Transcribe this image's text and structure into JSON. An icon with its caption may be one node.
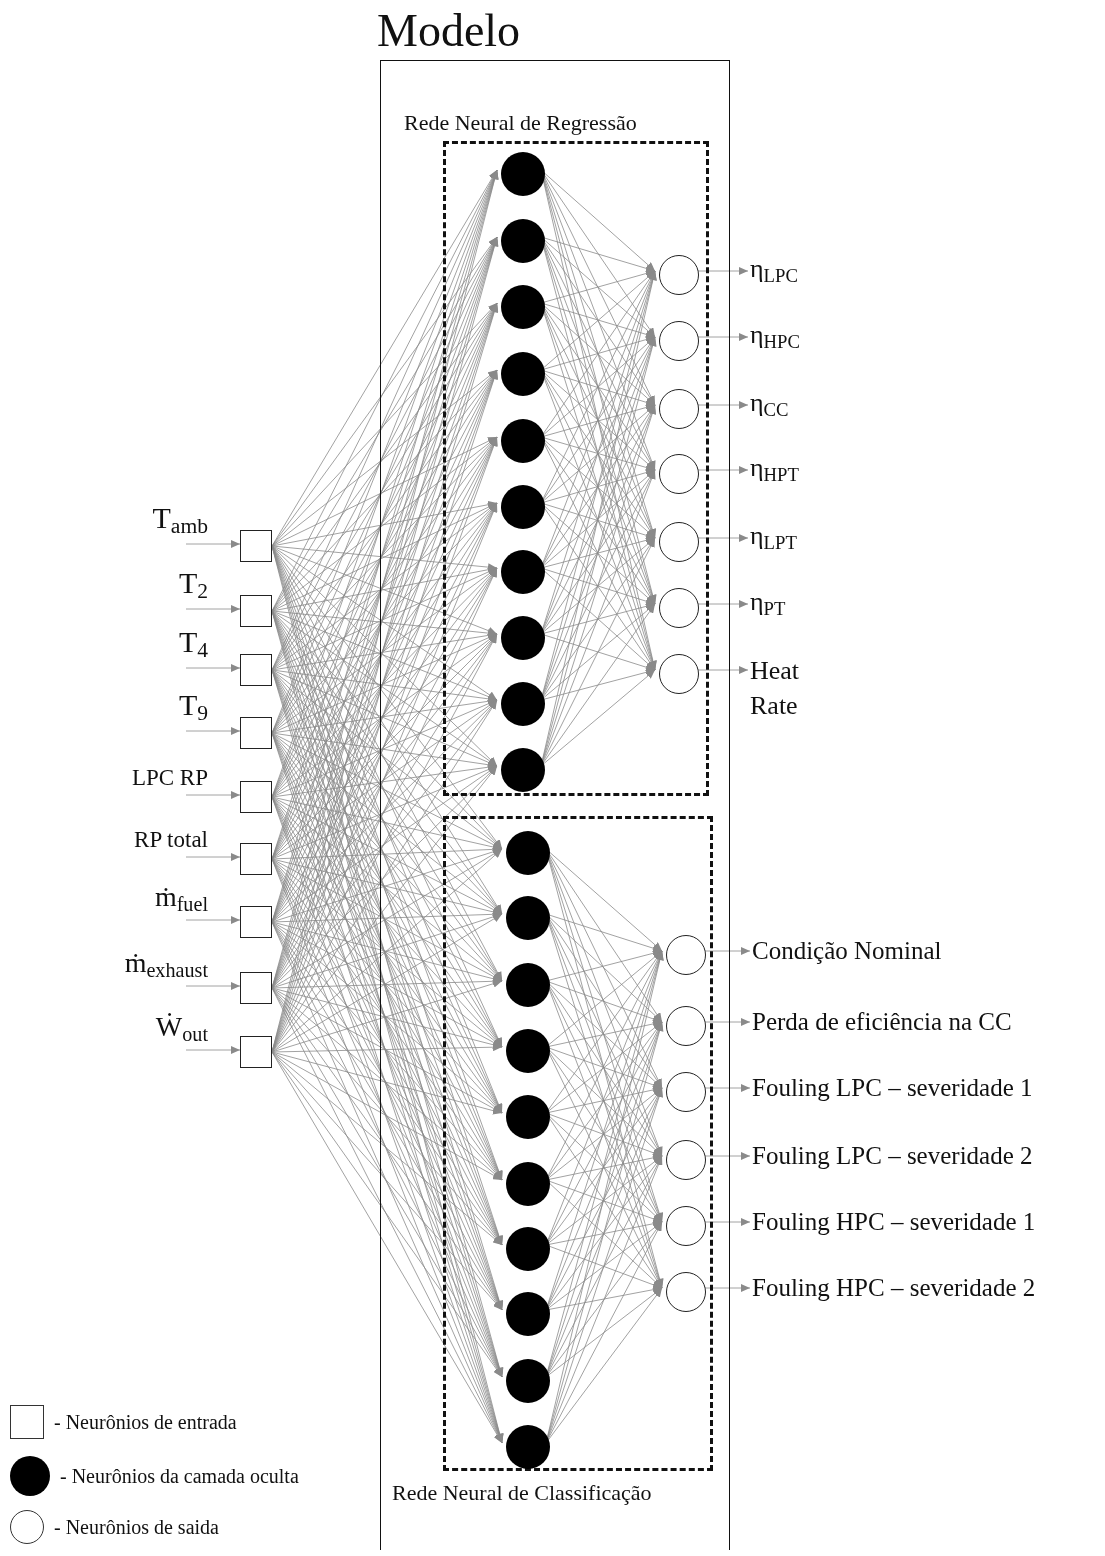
{
  "diagram": {
    "nodes": [
      {
        "text": [
          "Modelo"
        ]
      },
      {
        "text": [
          "Rede Neural de Regressão"
        ],
        "in": 0
      },
      {
        "text": [],
        "shape": "circle",
        "in": 1
      },
      {
        "text": [],
        "shape": "circle",
        "in": 1
      },
      {
        "text": [],
        "shape": "circle",
        "in": 1
      },
      {
        "text": [],
        "shape": "circle",
        "in": 1
      },
      {
        "text": [],
        "shape": "circle",
        "in": 1
      },
      {
        "text": [],
        "shape": "circle",
        "in": 1
      },
      {
        "text": [],
        "shape": "circle",
        "in": 1
      },
      {
        "text": [],
        "shape": "circle",
        "in": 1
      },
      {
        "text": [],
        "shape": "circle",
        "in": 1
      },
      {
        "text": [],
        "shape": "circle",
        "in": 1
      },
      {
        "text": [],
        "shape": "circle",
        "in": 1
      },
      {
        "text": [],
        "shape": "circle",
        "in": 1
      },
      {
        "text": [],
        "shape": "circle",
        "in": 1
      },
      {
        "text": [],
        "shape": "circle",
        "in": 1
      },
      {
        "text": [],
        "shape": "circle",
        "in": 1
      },
      {
        "text": [],
        "shape": "circle",
        "in": 1
      },
      {
        "text": [],
        "shape": "circle",
        "in": 1
      },
      {
        "text": [
          "Rede Neural de Classificação"
        ],
        "in": 0
      },
      {
        "text": [],
        "shape": "circle",
        "in": 19
      },
      {
        "text": [],
        "shape": "circle",
        "in": 19
      },
      {
        "text": [],
        "shape": "circle",
        "in": 19
      },
      {
        "text": [],
        "shape": "circle",
        "in": 19
      },
      {
        "text": [],
        "shape": "circle",
        "in": 19
      },
      {
        "text": [],
        "shape": "circle",
        "in": 19
      },
      {
        "text": [],
        "shape": "circle",
        "in": 19
      },
      {
        "text": [],
        "shape": "circle",
        "in": 19
      },
      {
        "text": [],
        "shape": "circle",
        "in": 19
      },
      {
        "text": [],
        "shape": "circle",
        "in": 19
      },
      {
        "text": [],
        "shape": "circle",
        "in": 19
      },
      {
        "text": [],
        "shape": "circle",
        "in": 19
      },
      {
        "text": [],
        "shape": "circle",
        "in": 19
      },
      {
        "text": [],
        "shape": "circle",
        "in": 19
      },
      {
        "text": [],
        "shape": "circle",
        "in": 19
      },
      {
        "text": [],
        "shape": "circle",
        "in": 19
      },
      {
        "text": [
          "T$_{amb}$"
        ]
      },
      {
        "text": [
          "T$_{2}$"
        ]
      },
      {
        "text": [
          "T$_{4}$"
        ]
      },
      {
        "text": [
          "T$_{9}$"
        ]
      },
      {
        "text": [
          "LPC RP"
        ]
      },
      {
        "text": [
          "RP total"
        ]
      },
      {
        "text": [
          "ṁ$_{fuel}$"
        ]
      },
      {
        "text": [
          "ṁ$_{exhaust}$"
        ]
      },
      {
        "text": [
          "Ẇ$_{out}$"
        ]
      },
      {
        "text": [],
        "shape": "box"
      },
      {
        "text": [],
        "shape": "box"
      },
      {
        "text": [],
        "shape": "box"
      },
      {
        "text": [],
        "shape": "box"
      },
      {
        "text": [],
        "shape": "box"
      },
      {
        "text": [],
        "shape": "box"
      },
      {
        "text": [],
        "shape": "box"
      },
      {
        "text": [],
        "shape": "box"
      },
      {
        "text": [],
        "shape": "box"
      },
      {
        "text": [
          "η$_{LPC}$"
        ]
      },
      {
        "text": [
          "η$_{HPC}$"
        ]
      },
      {
        "text": [
          "η$_{CC}$"
        ]
      },
      {
        "text": [
          "η$_{HPT}$"
        ]
      },
      {
        "text": [
          "η$_{LPT}$"
        ]
      },
      {
        "text": [
          "η$_{PT}$"
        ]
      },
      {
        "text": [
          "Heat Rate"
        ]
      },
      {
        "text": [
          "Condição Nominal"
        ]
      },
      {
        "text": [
          "Perda de eficiência na CC"
        ]
      },
      {
        "text": [
          "Fouling LPC – severidade 1"
        ]
      },
      {
        "text": [
          "Fouling LPC – severidade 2"
        ]
      },
      {
        "text": [
          "Fouling HPC – severidade 1"
        ]
      },
      {
        "text": [
          "Fouling HPC – severidade 2"
        ]
      }
    ],
    "edges": [
      {
        "from": 36,
        "to": 45,
        "arrow": "to"
      },
      {
        "from": 37,
        "to": 46,
        "arrow": "to"
      },
      {
        "from": 38,
        "to": 47,
        "arrow": "to"
      },
      {
        "from": 39,
        "to": 48,
        "arrow": "to"
      },
      {
        "from": 40,
        "to": 49,
        "arrow": "to"
      },
      {
        "from": 41,
        "to": 50,
        "arrow": "to"
      },
      {
        "from": 42,
        "to": 51,
        "arrow": "to"
      },
      {
        "from": 43,
        "to": 52,
        "arrow": "to"
      },
      {
        "from": 44,
        "to": 53,
        "arrow": "to"
      },
      {
        "from": 45,
        "to": 2,
        "arrow": "to"
      },
      {
        "from": 45,
        "to": 3,
        "arrow": "to"
      },
      {
        "from": 45,
        "to": 4,
        "arrow": "to"
      },
      {
        "from": 45,
        "to": 5,
        "arrow": "to"
      },
      {
        "from": 45,
        "to": 6,
        "arrow": "to"
      },
      {
        "from": 45,
        "to": 7,
        "arrow": "to"
      },
      {
        "from": 45,
        "to": 8,
        "arrow": "to"
      },
      {
        "from": 45,
        "to": 9,
        "arrow": "to"
      },
      {
        "from": 45,
        "to": 10,
        "arrow": "to"
      },
      {
        "from": 45,
        "to": 11,
        "arrow": "to"
      },
      {
        "from": 45,
        "to": 20,
        "arrow": "to"
      },
      {
        "from": 45,
        "to": 21,
        "arrow": "to"
      },
      {
        "from": 45,
        "to": 22,
        "arrow": "to"
      },
      {
        "from": 45,
        "to": 23,
        "arrow": "to"
      },
      {
        "from": 45,
        "to": 24,
        "arrow": "to"
      },
      {
        "from": 45,
        "to": 25,
        "arrow": "to"
      },
      {
        "from": 45,
        "to": 26,
        "arrow": "to"
      },
      {
        "from": 45,
        "to": 27,
        "arrow": "to"
      },
      {
        "from": 45,
        "to": 28,
        "arrow": "to"
      },
      {
        "from": 45,
        "to": 29,
        "arrow": "to"
      },
      {
        "from": 46,
        "to": 2,
        "arrow": "to"
      },
      {
        "from": 46,
        "to": 3,
        "arrow": "to"
      },
      {
        "from": 46,
        "to": 4,
        "arrow": "to"
      },
      {
        "from": 46,
        "to": 5,
        "arrow": "to"
      },
      {
        "from": 46,
        "to": 6,
        "arrow": "to"
      },
      {
        "from": 46,
        "to": 7,
        "arrow": "to"
      },
      {
        "from": 46,
        "to": 8,
        "arrow": "to"
      },
      {
        "from": 46,
        "to": 9,
        "arrow": "to"
      },
      {
        "from": 46,
        "to": 10,
        "arrow": "to"
      },
      {
        "from": 46,
        "to": 11,
        "arrow": "to"
      },
      {
        "from": 46,
        "to": 20,
        "arrow": "to"
      },
      {
        "from": 46,
        "to": 21,
        "arrow": "to"
      },
      {
        "from": 46,
        "to": 22,
        "arrow": "to"
      },
      {
        "from": 46,
        "to": 23,
        "arrow": "to"
      },
      {
        "from": 46,
        "to": 24,
        "arrow": "to"
      },
      {
        "from": 46,
        "to": 25,
        "arrow": "to"
      },
      {
        "from": 46,
        "to": 26,
        "arrow": "to"
      },
      {
        "from": 46,
        "to": 27,
        "arrow": "to"
      },
      {
        "from": 46,
        "to": 28,
        "arrow": "to"
      },
      {
        "from": 46,
        "to": 29,
        "arrow": "to"
      },
      {
        "from": 47,
        "to": 2,
        "arrow": "to"
      },
      {
        "from": 47,
        "to": 3,
        "arrow": "to"
      },
      {
        "from": 47,
        "to": 4,
        "arrow": "to"
      },
      {
        "from": 47,
        "to": 5,
        "arrow": "to"
      },
      {
        "from": 47,
        "to": 6,
        "arrow": "to"
      },
      {
        "from": 47,
        "to": 7,
        "arrow": "to"
      },
      {
        "from": 47,
        "to": 8,
        "arrow": "to"
      },
      {
        "from": 47,
        "to": 9,
        "arrow": "to"
      },
      {
        "from": 47,
        "to": 10,
        "arrow": "to"
      },
      {
        "from": 47,
        "to": 11,
        "arrow": "to"
      },
      {
        "from": 47,
        "to": 20,
        "arrow": "to"
      },
      {
        "from": 47,
        "to": 21,
        "arrow": "to"
      },
      {
        "from": 47,
        "to": 22,
        "arrow": "to"
      },
      {
        "from": 47,
        "to": 23,
        "arrow": "to"
      },
      {
        "from": 47,
        "to": 24,
        "arrow": "to"
      },
      {
        "from": 47,
        "to": 25,
        "arrow": "to"
      },
      {
        "from": 47,
        "to": 26,
        "arrow": "to"
      },
      {
        "from": 47,
        "to": 27,
        "arrow": "to"
      },
      {
        "from": 47,
        "to": 28,
        "arrow": "to"
      },
      {
        "from": 47,
        "to": 29,
        "arrow": "to"
      },
      {
        "from": 48,
        "to": 2,
        "arrow": "to"
      },
      {
        "from": 48,
        "to": 3,
        "arrow": "to"
      },
      {
        "from": 48,
        "to": 4,
        "arrow": "to"
      },
      {
        "from": 48,
        "to": 5,
        "arrow": "to"
      },
      {
        "from": 48,
        "to": 6,
        "arrow": "to"
      },
      {
        "from": 48,
        "to": 7,
        "arrow": "to"
      },
      {
        "from": 48,
        "to": 8,
        "arrow": "to"
      },
      {
        "from": 48,
        "to": 9,
        "arrow": "to"
      },
      {
        "from": 48,
        "to": 10,
        "arrow": "to"
      },
      {
        "from": 48,
        "to": 11,
        "arrow": "to"
      },
      {
        "from": 48,
        "to": 20,
        "arrow": "to"
      },
      {
        "from": 48,
        "to": 21,
        "arrow": "to"
      },
      {
        "from": 48,
        "to": 22,
        "arrow": "to"
      },
      {
        "from": 48,
        "to": 23,
        "arrow": "to"
      },
      {
        "from": 48,
        "to": 24,
        "arrow": "to"
      },
      {
        "from": 48,
        "to": 25,
        "arrow": "to"
      },
      {
        "from": 48,
        "to": 26,
        "arrow": "to"
      },
      {
        "from": 48,
        "to": 27,
        "arrow": "to"
      },
      {
        "from": 48,
        "to": 28,
        "arrow": "to"
      },
      {
        "from": 48,
        "to": 29,
        "arrow": "to"
      },
      {
        "from": 49,
        "to": 2,
        "arrow": "to"
      },
      {
        "from": 49,
        "to": 3,
        "arrow": "to"
      },
      {
        "from": 49,
        "to": 4,
        "arrow": "to"
      },
      {
        "from": 49,
        "to": 5,
        "arrow": "to"
      },
      {
        "from": 49,
        "to": 6,
        "arrow": "to"
      },
      {
        "from": 49,
        "to": 7,
        "arrow": "to"
      },
      {
        "from": 49,
        "to": 8,
        "arrow": "to"
      },
      {
        "from": 49,
        "to": 9,
        "arrow": "to"
      },
      {
        "from": 49,
        "to": 10,
        "arrow": "to"
      },
      {
        "from": 49,
        "to": 11,
        "arrow": "to"
      },
      {
        "from": 49,
        "to": 20,
        "arrow": "to"
      },
      {
        "from": 49,
        "to": 21,
        "arrow": "to"
      },
      {
        "from": 49,
        "to": 22,
        "arrow": "to"
      },
      {
        "from": 49,
        "to": 23,
        "arrow": "to"
      },
      {
        "from": 49,
        "to": 24,
        "arrow": "to"
      },
      {
        "from": 49,
        "to": 25,
        "arrow": "to"
      },
      {
        "from": 49,
        "to": 26,
        "arrow": "to"
      },
      {
        "from": 49,
        "to": 27,
        "arrow": "to"
      },
      {
        "from": 49,
        "to": 28,
        "arrow": "to"
      },
      {
        "from": 49,
        "to": 29,
        "arrow": "to"
      },
      {
        "from": 50,
        "to": 2,
        "arrow": "to"
      },
      {
        "from": 50,
        "to": 3,
        "arrow": "to"
      },
      {
        "from": 50,
        "to": 4,
        "arrow": "to"
      },
      {
        "from": 50,
        "to": 5,
        "arrow": "to"
      },
      {
        "from": 50,
        "to": 6,
        "arrow": "to"
      },
      {
        "from": 50,
        "to": 7,
        "arrow": "to"
      },
      {
        "from": 50,
        "to": 8,
        "arrow": "to"
      },
      {
        "from": 50,
        "to": 9,
        "arrow": "to"
      },
      {
        "from": 50,
        "to": 10,
        "arrow": "to"
      },
      {
        "from": 50,
        "to": 11,
        "arrow": "to"
      },
      {
        "from": 50,
        "to": 20,
        "arrow": "to"
      },
      {
        "from": 50,
        "to": 21,
        "arrow": "to"
      },
      {
        "from": 50,
        "to": 22,
        "arrow": "to"
      },
      {
        "from": 50,
        "to": 23,
        "arrow": "to"
      },
      {
        "from": 50,
        "to": 24,
        "arrow": "to"
      },
      {
        "from": 50,
        "to": 25,
        "arrow": "to"
      },
      {
        "from": 50,
        "to": 26,
        "arrow": "to"
      },
      {
        "from": 50,
        "to": 27,
        "arrow": "to"
      },
      {
        "from": 50,
        "to": 28,
        "arrow": "to"
      },
      {
        "from": 50,
        "to": 29,
        "arrow": "to"
      },
      {
        "from": 51,
        "to": 2,
        "arrow": "to"
      },
      {
        "from": 51,
        "to": 3,
        "arrow": "to"
      },
      {
        "from": 51,
        "to": 4,
        "arrow": "to"
      },
      {
        "from": 51,
        "to": 5,
        "arrow": "to"
      },
      {
        "from": 51,
        "to": 6,
        "arrow": "to"
      },
      {
        "from": 51,
        "to": 7,
        "arrow": "to"
      },
      {
        "from": 51,
        "to": 8,
        "arrow": "to"
      },
      {
        "from": 51,
        "to": 9,
        "arrow": "to"
      },
      {
        "from": 51,
        "to": 10,
        "arrow": "to"
      },
      {
        "from": 51,
        "to": 11,
        "arrow": "to"
      },
      {
        "from": 51,
        "to": 20,
        "arrow": "to"
      },
      {
        "from": 51,
        "to": 21,
        "arrow": "to"
      },
      {
        "from": 51,
        "to": 22,
        "arrow": "to"
      },
      {
        "from": 51,
        "to": 23,
        "arrow": "to"
      },
      {
        "from": 51,
        "to": 24,
        "arrow": "to"
      },
      {
        "from": 51,
        "to": 25,
        "arrow": "to"
      },
      {
        "from": 51,
        "to": 26,
        "arrow": "to"
      },
      {
        "from": 51,
        "to": 27,
        "arrow": "to"
      },
      {
        "from": 51,
        "to": 28,
        "arrow": "to"
      },
      {
        "from": 51,
        "to": 29,
        "arrow": "to"
      },
      {
        "from": 52,
        "to": 2,
        "arrow": "to"
      },
      {
        "from": 52,
        "to": 3,
        "arrow": "to"
      },
      {
        "from": 52,
        "to": 4,
        "arrow": "to"
      },
      {
        "from": 52,
        "to": 5,
        "arrow": "to"
      },
      {
        "from": 52,
        "to": 6,
        "arrow": "to"
      },
      {
        "from": 52,
        "to": 7,
        "arrow": "to"
      },
      {
        "from": 52,
        "to": 8,
        "arrow": "to"
      },
      {
        "from": 52,
        "to": 9,
        "arrow": "to"
      },
      {
        "from": 52,
        "to": 10,
        "arrow": "to"
      },
      {
        "from": 52,
        "to": 11,
        "arrow": "to"
      },
      {
        "from": 52,
        "to": 20,
        "arrow": "to"
      },
      {
        "from": 52,
        "to": 21,
        "arrow": "to"
      },
      {
        "from": 52,
        "to": 22,
        "arrow": "to"
      },
      {
        "from": 52,
        "to": 23,
        "arrow": "to"
      },
      {
        "from": 52,
        "to": 24,
        "arrow": "to"
      },
      {
        "from": 52,
        "to": 25,
        "arrow": "to"
      },
      {
        "from": 52,
        "to": 26,
        "arrow": "to"
      },
      {
        "from": 52,
        "to": 27,
        "arrow": "to"
      },
      {
        "from": 52,
        "to": 28,
        "arrow": "to"
      },
      {
        "from": 52,
        "to": 29,
        "arrow": "to"
      },
      {
        "from": 53,
        "to": 2,
        "arrow": "to"
      },
      {
        "from": 53,
        "to": 3,
        "arrow": "to"
      },
      {
        "from": 53,
        "to": 4,
        "arrow": "to"
      },
      {
        "from": 53,
        "to": 5,
        "arrow": "to"
      },
      {
        "from": 53,
        "to": 6,
        "arrow": "to"
      },
      {
        "from": 53,
        "to": 7,
        "arrow": "to"
      },
      {
        "from": 53,
        "to": 8,
        "arrow": "to"
      },
      {
        "from": 53,
        "to": 9,
        "arrow": "to"
      },
      {
        "from": 53,
        "to": 10,
        "arrow": "to"
      },
      {
        "from": 53,
        "to": 11,
        "arrow": "to"
      },
      {
        "from": 53,
        "to": 20,
        "arrow": "to"
      },
      {
        "from": 53,
        "to": 21,
        "arrow": "to"
      },
      {
        "from": 53,
        "to": 22,
        "arrow": "to"
      },
      {
        "from": 53,
        "to": 23,
        "arrow": "to"
      },
      {
        "from": 53,
        "to": 24,
        "arrow": "to"
      },
      {
        "from": 53,
        "to": 25,
        "arrow": "to"
      },
      {
        "from": 53,
        "to": 26,
        "arrow": "to"
      },
      {
        "from": 53,
        "to": 27,
        "arrow": "to"
      },
      {
        "from": 53,
        "to": 28,
        "arrow": "to"
      },
      {
        "from": 53,
        "to": 29,
        "arrow": "to"
      },
      {
        "from": 2,
        "to": 12,
        "arrow": "to"
      },
      {
        "from": 2,
        "to": 13,
        "arrow": "to"
      },
      {
        "from": 2,
        "to": 14,
        "arrow": "to"
      },
      {
        "from": 2,
        "to": 15,
        "arrow": "to"
      },
      {
        "from": 2,
        "to": 16,
        "arrow": "to"
      },
      {
        "from": 2,
        "to": 17,
        "arrow": "to"
      },
      {
        "from": 2,
        "to": 18,
        "arrow": "to"
      },
      {
        "from": 3,
        "to": 12,
        "arrow": "to"
      },
      {
        "from": 3,
        "to": 13,
        "arrow": "to"
      },
      {
        "from": 3,
        "to": 14,
        "arrow": "to"
      },
      {
        "from": 3,
        "to": 15,
        "arrow": "to"
      },
      {
        "from": 3,
        "to": 16,
        "arrow": "to"
      },
      {
        "from": 3,
        "to": 17,
        "arrow": "to"
      },
      {
        "from": 3,
        "to": 18,
        "arrow": "to"
      },
      {
        "from": 4,
        "to": 12,
        "arrow": "to"
      },
      {
        "from": 4,
        "to": 13,
        "arrow": "to"
      },
      {
        "from": 4,
        "to": 14,
        "arrow": "to"
      },
      {
        "from": 4,
        "to": 15,
        "arrow": "to"
      },
      {
        "from": 4,
        "to": 16,
        "arrow": "to"
      },
      {
        "from": 4,
        "to": 17,
        "arrow": "to"
      },
      {
        "from": 4,
        "to": 18,
        "arrow": "to"
      },
      {
        "from": 5,
        "to": 12,
        "arrow": "to"
      },
      {
        "from": 5,
        "to": 13,
        "arrow": "to"
      },
      {
        "from": 5,
        "to": 14,
        "arrow": "to"
      },
      {
        "from": 5,
        "to": 15,
        "arrow": "to"
      },
      {
        "from": 5,
        "to": 16,
        "arrow": "to"
      },
      {
        "from": 5,
        "to": 17,
        "arrow": "to"
      },
      {
        "from": 5,
        "to": 18,
        "arrow": "to"
      },
      {
        "from": 6,
        "to": 12,
        "arrow": "to"
      },
      {
        "from": 6,
        "to": 13,
        "arrow": "to"
      },
      {
        "from": 6,
        "to": 14,
        "arrow": "to"
      },
      {
        "from": 6,
        "to": 15,
        "arrow": "to"
      },
      {
        "from": 6,
        "to": 16,
        "arrow": "to"
      },
      {
        "from": 6,
        "to": 17,
        "arrow": "to"
      },
      {
        "from": 6,
        "to": 18,
        "arrow": "to"
      },
      {
        "from": 7,
        "to": 12,
        "arrow": "to"
      },
      {
        "from": 7,
        "to": 13,
        "arrow": "to"
      },
      {
        "from": 7,
        "to": 14,
        "arrow": "to"
      },
      {
        "from": 7,
        "to": 15,
        "arrow": "to"
      },
      {
        "from": 7,
        "to": 16,
        "arrow": "to"
      },
      {
        "from": 7,
        "to": 17,
        "arrow": "to"
      },
      {
        "from": 7,
        "to": 18,
        "arrow": "to"
      },
      {
        "from": 8,
        "to": 12,
        "arrow": "to"
      },
      {
        "from": 8,
        "to": 13,
        "arrow": "to"
      },
      {
        "from": 8,
        "to": 14,
        "arrow": "to"
      },
      {
        "from": 8,
        "to": 15,
        "arrow": "to"
      },
      {
        "from": 8,
        "to": 16,
        "arrow": "to"
      },
      {
        "from": 8,
        "to": 17,
        "arrow": "to"
      },
      {
        "from": 8,
        "to": 18,
        "arrow": "to"
      },
      {
        "from": 9,
        "to": 12,
        "arrow": "to"
      },
      {
        "from": 9,
        "to": 13,
        "arrow": "to"
      },
      {
        "from": 9,
        "to": 14,
        "arrow": "to"
      },
      {
        "from": 9,
        "to": 15,
        "arrow": "to"
      },
      {
        "from": 9,
        "to": 16,
        "arrow": "to"
      },
      {
        "from": 9,
        "to": 17,
        "arrow": "to"
      },
      {
        "from": 9,
        "to": 18,
        "arrow": "to"
      },
      {
        "from": 10,
        "to": 12,
        "arrow": "to"
      },
      {
        "from": 10,
        "to": 13,
        "arrow": "to"
      },
      {
        "from": 10,
        "to": 14,
        "arrow": "to"
      },
      {
        "from": 10,
        "to": 15,
        "arrow": "to"
      },
      {
        "from": 10,
        "to": 16,
        "arrow": "to"
      },
      {
        "from": 10,
        "to": 17,
        "arrow": "to"
      },
      {
        "from": 10,
        "to": 18,
        "arrow": "to"
      },
      {
        "from": 11,
        "to": 12,
        "arrow": "to"
      },
      {
        "from": 11,
        "to": 13,
        "arrow": "to"
      },
      {
        "from": 11,
        "to": 14,
        "arrow": "to"
      },
      {
        "from": 11,
        "to": 15,
        "arrow": "to"
      },
      {
        "from": 11,
        "to": 16,
        "arrow": "to"
      },
      {
        "from": 11,
        "to": 17,
        "arrow": "to"
      },
      {
        "from": 11,
        "to": 18,
        "arrow": "to"
      },
      {
        "from": 20,
        "to": 30,
        "arrow": "to"
      },
      {
        "from": 20,
        "to": 31,
        "arrow": "to"
      },
      {
        "from": 20,
        "to": 32,
        "arrow": "to"
      },
      {
        "from": 20,
        "to": 33,
        "arrow": "to"
      },
      {
        "from": 20,
        "to": 34,
        "arrow": "to"
      },
      {
        "from": 20,
        "to": 35,
        "arrow": "to"
      },
      {
        "from": 21,
        "to": 30,
        "arrow": "to"
      },
      {
        "from": 21,
        "to": 31,
        "arrow": "to"
      },
      {
        "from": 21,
        "to": 32,
        "arrow": "to"
      },
      {
        "from": 21,
        "to": 33,
        "arrow": "to"
      },
      {
        "from": 21,
        "to": 34,
        "arrow": "to"
      },
      {
        "from": 21,
        "to": 35,
        "arrow": "to"
      },
      {
        "from": 22,
        "to": 30,
        "arrow": "to"
      },
      {
        "from": 22,
        "to": 31,
        "arrow": "to"
      },
      {
        "from": 22,
        "to": 32,
        "arrow": "to"
      },
      {
        "from": 22,
        "to": 33,
        "arrow": "to"
      },
      {
        "from": 22,
        "to": 34,
        "arrow": "to"
      },
      {
        "from": 22,
        "to": 35,
        "arrow": "to"
      },
      {
        "from": 23,
        "to": 30,
        "arrow": "to"
      },
      {
        "from": 23,
        "to": 31,
        "arrow": "to"
      },
      {
        "from": 23,
        "to": 32,
        "arrow": "to"
      },
      {
        "from": 23,
        "to": 33,
        "arrow": "to"
      },
      {
        "from": 23,
        "to": 34,
        "arrow": "to"
      },
      {
        "from": 23,
        "to": 35,
        "arrow": "to"
      },
      {
        "from": 24,
        "to": 30,
        "arrow": "to"
      },
      {
        "from": 24,
        "to": 31,
        "arrow": "to"
      },
      {
        "from": 24,
        "to": 32,
        "arrow": "to"
      },
      {
        "from": 24,
        "to": 33,
        "arrow": "to"
      },
      {
        "from": 24,
        "to": 34,
        "arrow": "to"
      },
      {
        "from": 24,
        "to": 35,
        "arrow": "to"
      },
      {
        "from": 25,
        "to": 30,
        "arrow": "to"
      },
      {
        "from": 25,
        "to": 31,
        "arrow": "to"
      },
      {
        "from": 25,
        "to": 32,
        "arrow": "to"
      },
      {
        "from": 25,
        "to": 33,
        "arrow": "to"
      },
      {
        "from": 25,
        "to": 34,
        "arrow": "to"
      },
      {
        "from": 25,
        "to": 35,
        "arrow": "to"
      },
      {
        "from": 26,
        "to": 30,
        "arrow": "to"
      },
      {
        "from": 26,
        "to": 31,
        "arrow": "to"
      },
      {
        "from": 26,
        "to": 32,
        "arrow": "to"
      },
      {
        "from": 26,
        "to": 33,
        "arrow": "to"
      },
      {
        "from": 26,
        "to": 34,
        "arrow": "to"
      },
      {
        "from": 26,
        "to": 35,
        "arrow": "to"
      },
      {
        "from": 27,
        "to": 30,
        "arrow": "to"
      },
      {
        "from": 27,
        "to": 31,
        "arrow": "to"
      },
      {
        "from": 27,
        "to": 32,
        "arrow": "to"
      },
      {
        "from": 27,
        "to": 33,
        "arrow": "to"
      },
      {
        "from": 27,
        "to": 34,
        "arrow": "to"
      },
      {
        "from": 27,
        "to": 35,
        "arrow": "to"
      },
      {
        "from": 28,
        "to": 30,
        "arrow": "to"
      },
      {
        "from": 28,
        "to": 31,
        "arrow": "to"
      },
      {
        "from": 28,
        "to": 32,
        "arrow": "to"
      },
      {
        "from": 28,
        "to": 33,
        "arrow": "to"
      },
      {
        "from": 28,
        "to": 34,
        "arrow": "to"
      },
      {
        "from": 28,
        "to": 35,
        "arrow": "to"
      },
      {
        "from": 29,
        "to": 30,
        "arrow": "to"
      },
      {
        "from": 29,
        "to": 31,
        "arrow": "to"
      },
      {
        "from": 29,
        "to": 32,
        "arrow": "to"
      },
      {
        "from": 29,
        "to": 33,
        "arrow": "to"
      },
      {
        "from": 29,
        "to": 34,
        "arrow": "to"
      },
      {
        "from": 29,
        "to": 35,
        "arrow": "to"
      },
      {
        "from": 12,
        "to": 54,
        "arrow": "to"
      },
      {
        "from": 13,
        "to": 55,
        "arrow": "to"
      },
      {
        "from": 14,
        "to": 56,
        "arrow": "to"
      },
      {
        "from": 15,
        "to": 57,
        "arrow": "to"
      },
      {
        "from": 16,
        "to": 58,
        "arrow": "to"
      },
      {
        "from": 17,
        "to": 59,
        "arrow": "to"
      },
      {
        "from": 18,
        "to": 60,
        "arrow": "to"
      },
      {
        "from": 30,
        "to": 61,
        "arrow": "to"
      },
      {
        "from": 31,
        "to": 62,
        "arrow": "to"
      },
      {
        "from": 32,
        "to": 63,
        "arrow": "to"
      },
      {
        "from": 33,
        "to": 64,
        "arrow": "to"
      },
      {
        "from": 34,
        "to": 65,
        "arrow": "to"
      },
      {
        "from": 35,
        "to": 66,
        "arrow": "to"
      }
    ],
    "legend": [
      {
        "text": "- Neurônios de entrada"
      },
      {
        "text": "- Neurônios da camada oculta"
      },
      {
        "text": "- Neurônios de saida"
      }
    ]
  }
}
